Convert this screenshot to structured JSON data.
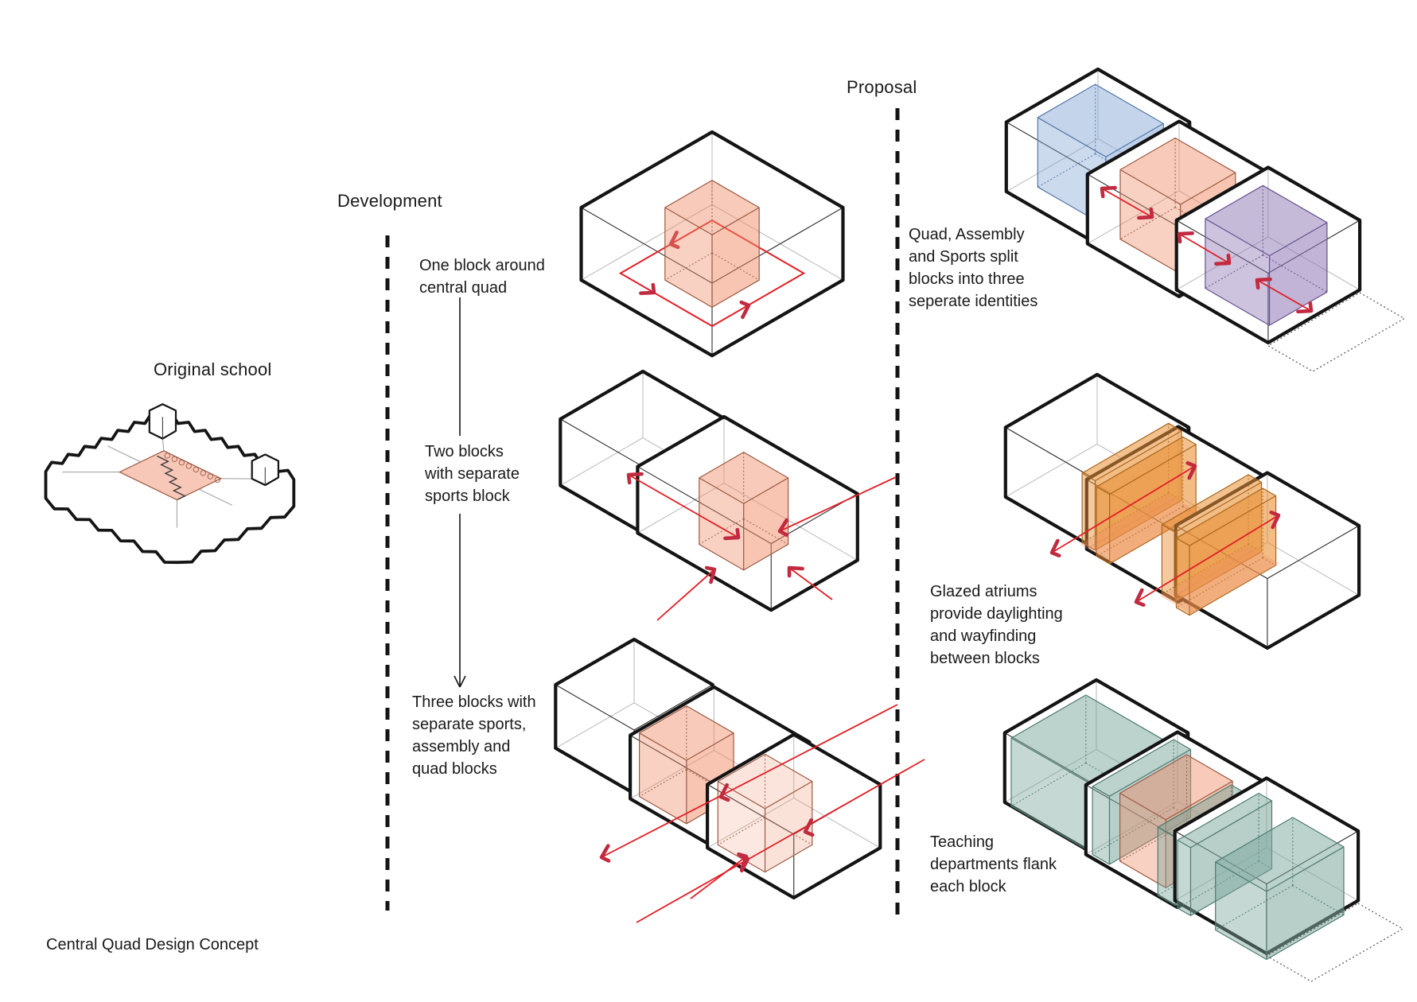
{
  "title": "Central Quad Design Concept",
  "columns": {
    "original": "Original school",
    "development": "Development",
    "proposal": "Proposal"
  },
  "development_steps": [
    {
      "label": "One block around\ncentral quad"
    },
    {
      "label": "Two blocks\nwith separate\nsports block"
    },
    {
      "label": "Three blocks with\nseparate sports,\nassembly and\nquad blocks"
    }
  ],
  "proposal_steps": [
    {
      "label": "Quad, Assembly\nand Sports split\nblocks into three\nseperate identities"
    },
    {
      "label": "Glazed atriums\nprovide daylighting\nand wayfinding\nbetween blocks"
    },
    {
      "label": "Teaching\ndepartments flank\neach block"
    }
  ],
  "colors": {
    "ink": "#141414",
    "thin": "#2d2d2d",
    "hidden": "#b9b9b9",
    "red": "#e31e26",
    "hook": "#c22a40",
    "salmon": "#ef8c66",
    "salmon_edge": "#9c5a43",
    "blue": "#7fa3d4",
    "blue_edge": "#5577a8",
    "purple": "#8e76b4",
    "purple_edge": "#65528f",
    "orange": "#e98f33",
    "orange_edge": "#a9661d",
    "teal": "#7ba69c",
    "teal_edge": "#4c7a6f",
    "court": "#f0997d",
    "dotted": "#555555"
  }
}
